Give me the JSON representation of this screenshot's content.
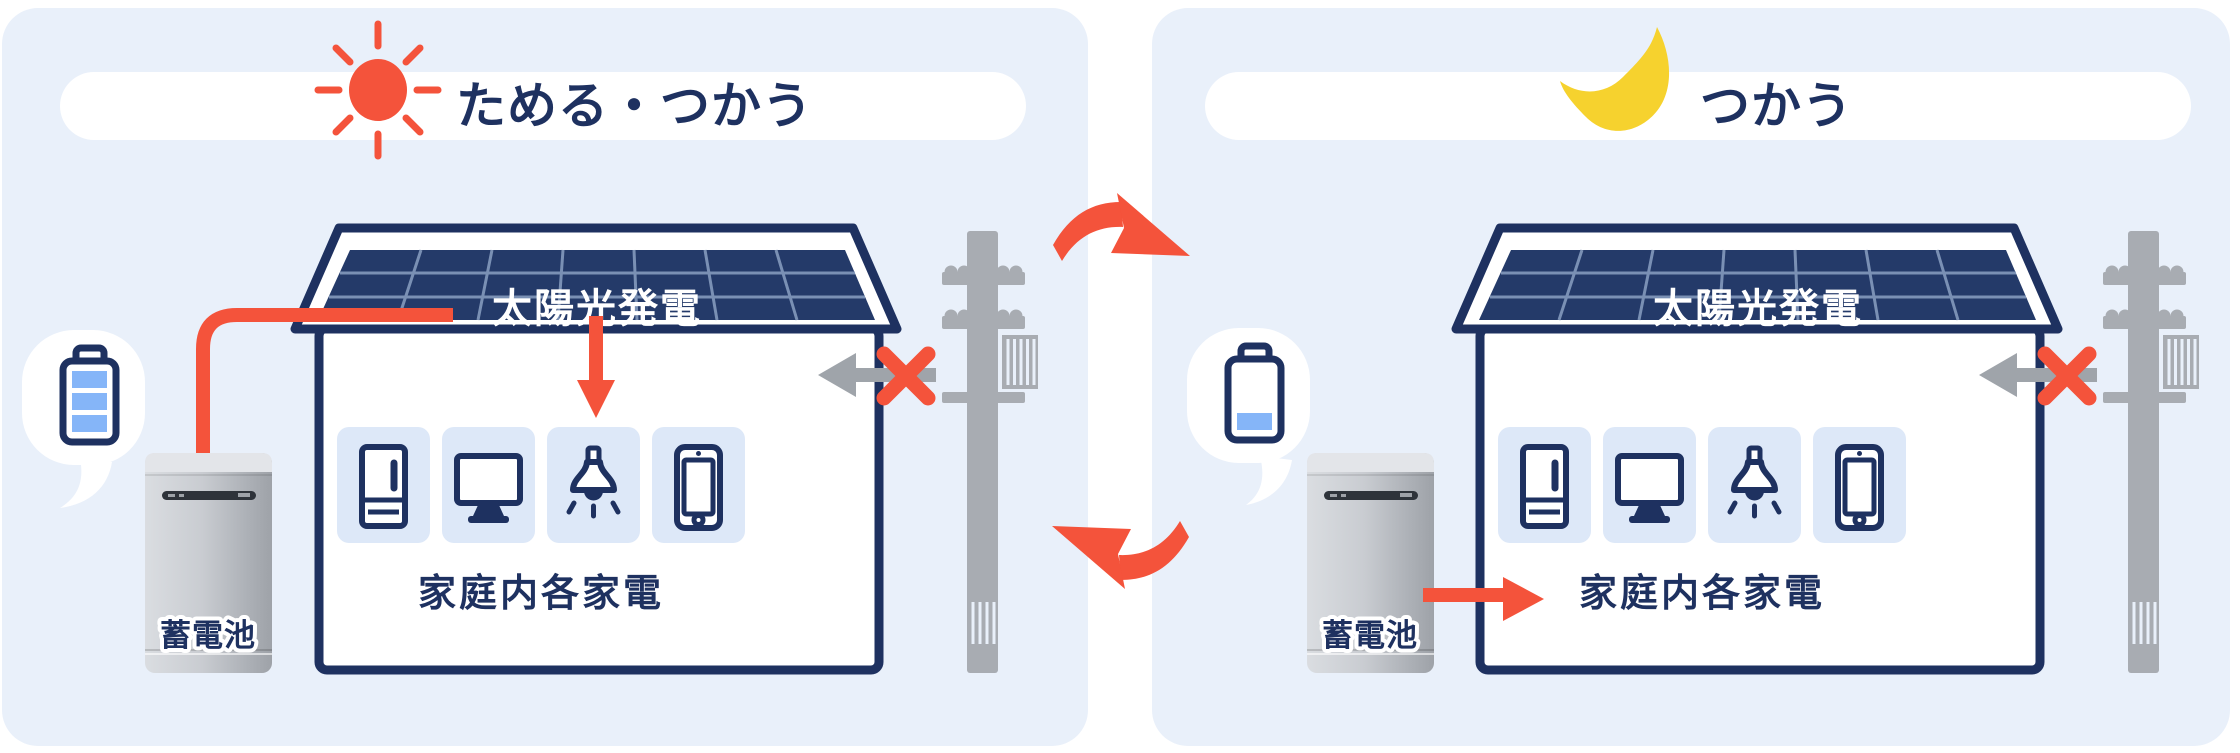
{
  "colors": {
    "accent_red": "#F4533B",
    "navy": "#1E3160",
    "panel_bg": "#E9F0FA",
    "card_bg": "#DDE8F8",
    "solar_panel_fill": "#243A69",
    "pole_gray": "#A8ACB2",
    "arrow_gray": "#9FA4AA",
    "battery_bar_blue": "#85B5F8",
    "moon_yellow": "#F6D22E",
    "pill_bg": "#FFFFFF"
  },
  "cycle": {
    "top_arrow_icon": "cycle-arrow-day-to-night",
    "bottom_arrow_icon": "cycle-arrow-night-to-day"
  },
  "panels": {
    "day": {
      "title": "ためる・つかう",
      "header_icon": "sun-icon",
      "solar_label": "太陽光発電",
      "appliances_label": "家庭内各家電",
      "battery_unit_label": "蓄電池",
      "battery_bubble_level": "full",
      "grid_status": "blocked-x",
      "appliance_icons": [
        "refrigerator-icon",
        "monitor-icon",
        "pendant-light-icon",
        "smartphone-icon"
      ]
    },
    "night": {
      "title": "つかう",
      "header_icon": "moon-icon",
      "solar_label": "太陽光発電",
      "appliances_label": "家庭内各家電",
      "battery_unit_label": "蓄電池",
      "battery_bubble_level": "low",
      "grid_status": "blocked-x",
      "appliance_icons": [
        "refrigerator-icon",
        "monitor-icon",
        "pendant-light-icon",
        "smartphone-icon"
      ]
    }
  }
}
